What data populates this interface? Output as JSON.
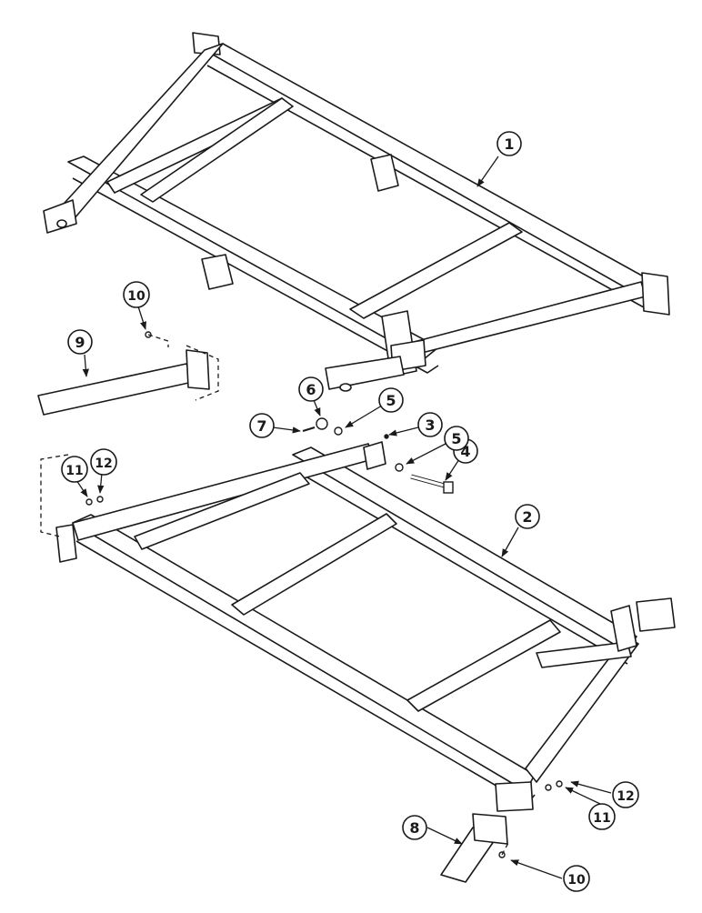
{
  "callouts": [
    {
      "id": "c1",
      "label": "1"
    },
    {
      "id": "c2",
      "label": "2"
    },
    {
      "id": "c3",
      "label": "3"
    },
    {
      "id": "c4",
      "label": "4"
    },
    {
      "id": "c5a",
      "label": "5"
    },
    {
      "id": "c5b",
      "label": "5"
    },
    {
      "id": "c6",
      "label": "6"
    },
    {
      "id": "c7",
      "label": "7"
    },
    {
      "id": "c8",
      "label": "8"
    },
    {
      "id": "c9",
      "label": "9"
    },
    {
      "id": "c10a",
      "label": "10"
    },
    {
      "id": "c10b",
      "label": "10"
    },
    {
      "id": "c11a",
      "label": "11"
    },
    {
      "id": "c11b",
      "label": "11"
    },
    {
      "id": "c12a",
      "label": "12"
    },
    {
      "id": "c12b",
      "label": "12"
    }
  ],
  "colors": {
    "line": "#1a1a1a",
    "fill": "#ffffff"
  }
}
